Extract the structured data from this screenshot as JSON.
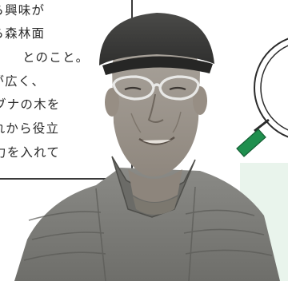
{
  "article": {
    "lines": [
      "前から興味が",
      "国から森林面",
      "とのこと。",
      "面積が広く、",
      "ブナの木を",
      "これから役立",
      "力を入れて"
    ]
  },
  "icons": {
    "magnifier": "magnifier-icon"
  },
  "colors": {
    "accent_green": "#1f8f4e",
    "panel_green": "#e9f4ec",
    "frame_line": "#3a3a3a"
  }
}
